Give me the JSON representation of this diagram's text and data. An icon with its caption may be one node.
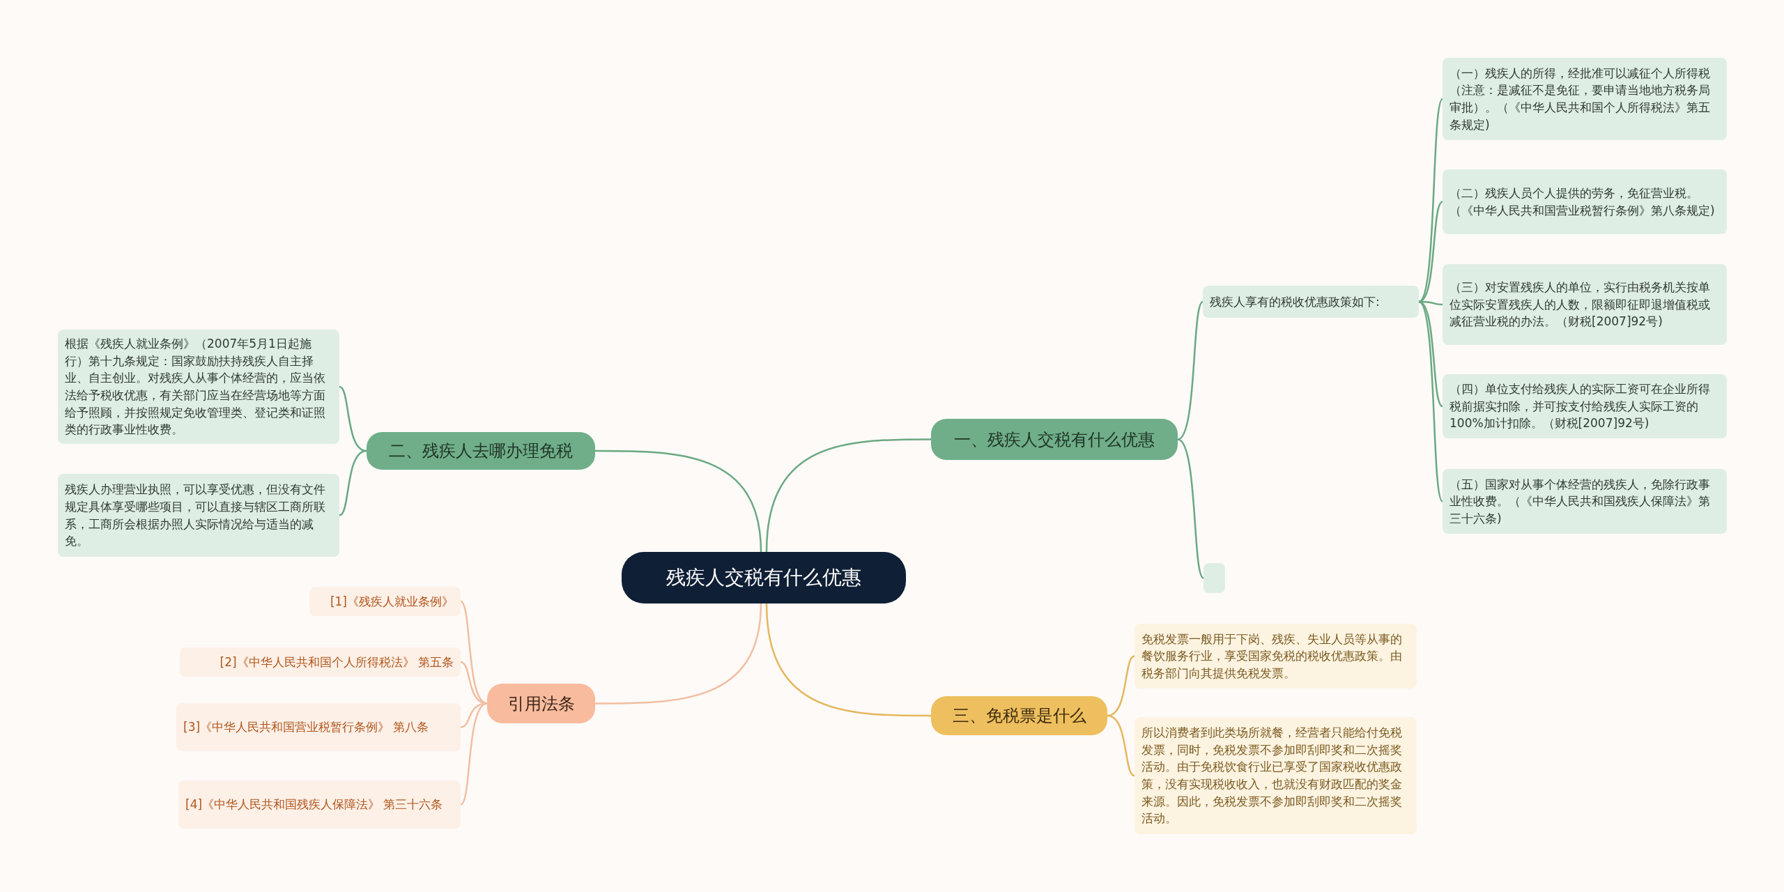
{
  "diagram": {
    "nodes": [
      {
        "text": [
          "残疾人交税有什么优惠"
        ]
      },
      {
        "text": [
          "一、残疾人交税有什么优惠"
        ]
      },
      {
        "text": [
          "残疾人享有的税收优惠政策如下:"
        ]
      },
      {
        "text": [
          "（一）残疾人的所得，经批准可以减征个人所得税（注意：是减征不是免征，要申请当地地方税务局审批）。（《中华人民共和国个人所得税法》第五条规定)"
        ]
      },
      {
        "text": [
          "（二）残疾人员个人提供的劳务，免征营业税。（《中华人民共和国营业税暂行条例》第八条规定)"
        ]
      },
      {
        "text": [
          "（三）对安置残疾人的单位，实行由税务机关按单位实际安置残疾人的人数，限额即征即退增值税或减征营业税的办法。（财税[2007]92号)"
        ]
      },
      {
        "text": [
          "（四）单位支付给残疾人的实际工资可在企业所得税前据实扣除，并可按支付给残疾人实际工资的100%加计扣除。（财税[2007]92号)"
        ]
      },
      {
        "text": [
          "（五）国家对从事个体经营的残疾人，免除行政事业性收费。（《中华人民共和国残疾人保障法》第三十六条)"
        ]
      },
      {
        "text": [],
        "shape": "box"
      },
      {
        "text": [
          "二、残疾人去哪办理免税"
        ]
      },
      {
        "text": [
          "根据《残疾人就业条例》（2007年5月1日起施行）第十九条规定：国家鼓励扶持残疾人自主择业、自主创业。对残疾人从事个体经营的，应当依法给予税收优惠，有关部门应当在经营场地等方面给予照顾，并按照规定免收管理类、登记类和证照类的行政事业性收费。"
        ]
      },
      {
        "text": [
          "残疾人办理营业执照，可以享受优惠，但没有文件规定具体享受哪些项目，可以直接与辖区工商所联系，工商所会根据办照人实际情况给与适当的减免。"
        ]
      },
      {
        "text": [
          "引用法条"
        ]
      },
      {
        "text": [
          "[1]《残疾人就业条例》"
        ]
      },
      {
        "text": [
          "[2]《中华人民共和国个人所得税法》 第五条"
        ]
      },
      {
        "text": [
          "[3]《中华人民共和国营业税暂行条例》 第八条"
        ]
      },
      {
        "text": [
          "[4]《中华人民共和国残疾人保障法》 第三十六条"
        ]
      },
      {
        "text": [
          "三、免税票是什么"
        ]
      },
      {
        "text": [
          "免税发票一般用于下岗、残疾、失业人员等从事的餐饮服务行业，享受国家免税的税收优惠政策。由税务部门向其提供免税发票。"
        ]
      },
      {
        "text": [
          "所以消费者到此类场所就餐，经营者只能给付免税发票，同时，免税发票不参加即刮即奖和二次摇奖活动。由于免税饮食行业已享受了国家税收优惠政策，没有实现税收收入，也就没有财政匹配的奖金来源。因此，免税发票不参加即刮即奖和二次摇奖活动。"
        ]
      }
    ],
    "edges": [
      {
        "from": 0,
        "to": 1,
        "arrow": "none"
      },
      {
        "from": 1,
        "to": 2,
        "arrow": "none"
      },
      {
        "from": 2,
        "to": 3,
        "arrow": "none"
      },
      {
        "from": 2,
        "to": 4,
        "arrow": "none"
      },
      {
        "from": 2,
        "to": 5,
        "arrow": "none"
      },
      {
        "from": 2,
        "to": 6,
        "arrow": "none"
      },
      {
        "from": 2,
        "to": 7,
        "arrow": "none"
      },
      {
        "from": 1,
        "to": 8,
        "arrow": "none"
      },
      {
        "from": 0,
        "to": 9,
        "arrow": "none"
      },
      {
        "from": 9,
        "to": 10,
        "arrow": "none"
      },
      {
        "from": 9,
        "to": 11,
        "arrow": "none"
      },
      {
        "from": 0,
        "to": 12,
        "arrow": "none",
        "color": "#f2bea1"
      },
      {
        "from": 12,
        "to": 13,
        "arrow": "none",
        "color": "#f2bea1"
      },
      {
        "from": 12,
        "to": 14,
        "arrow": "none",
        "color": "#f2bea1"
      },
      {
        "from": 12,
        "to": 15,
        "arrow": "none",
        "color": "#f2bea1"
      },
      {
        "from": 12,
        "to": 16,
        "arrow": "none",
        "color": "#f2bea1"
      },
      {
        "from": 0,
        "to": 17,
        "arrow": "none",
        "color": "#e4b75c"
      },
      {
        "from": 17,
        "to": 18,
        "arrow": "none",
        "color": "#e4b75c"
      },
      {
        "from": 17,
        "to": 19,
        "arrow": "none",
        "color": "#e4b75c"
      }
    ]
  }
}
